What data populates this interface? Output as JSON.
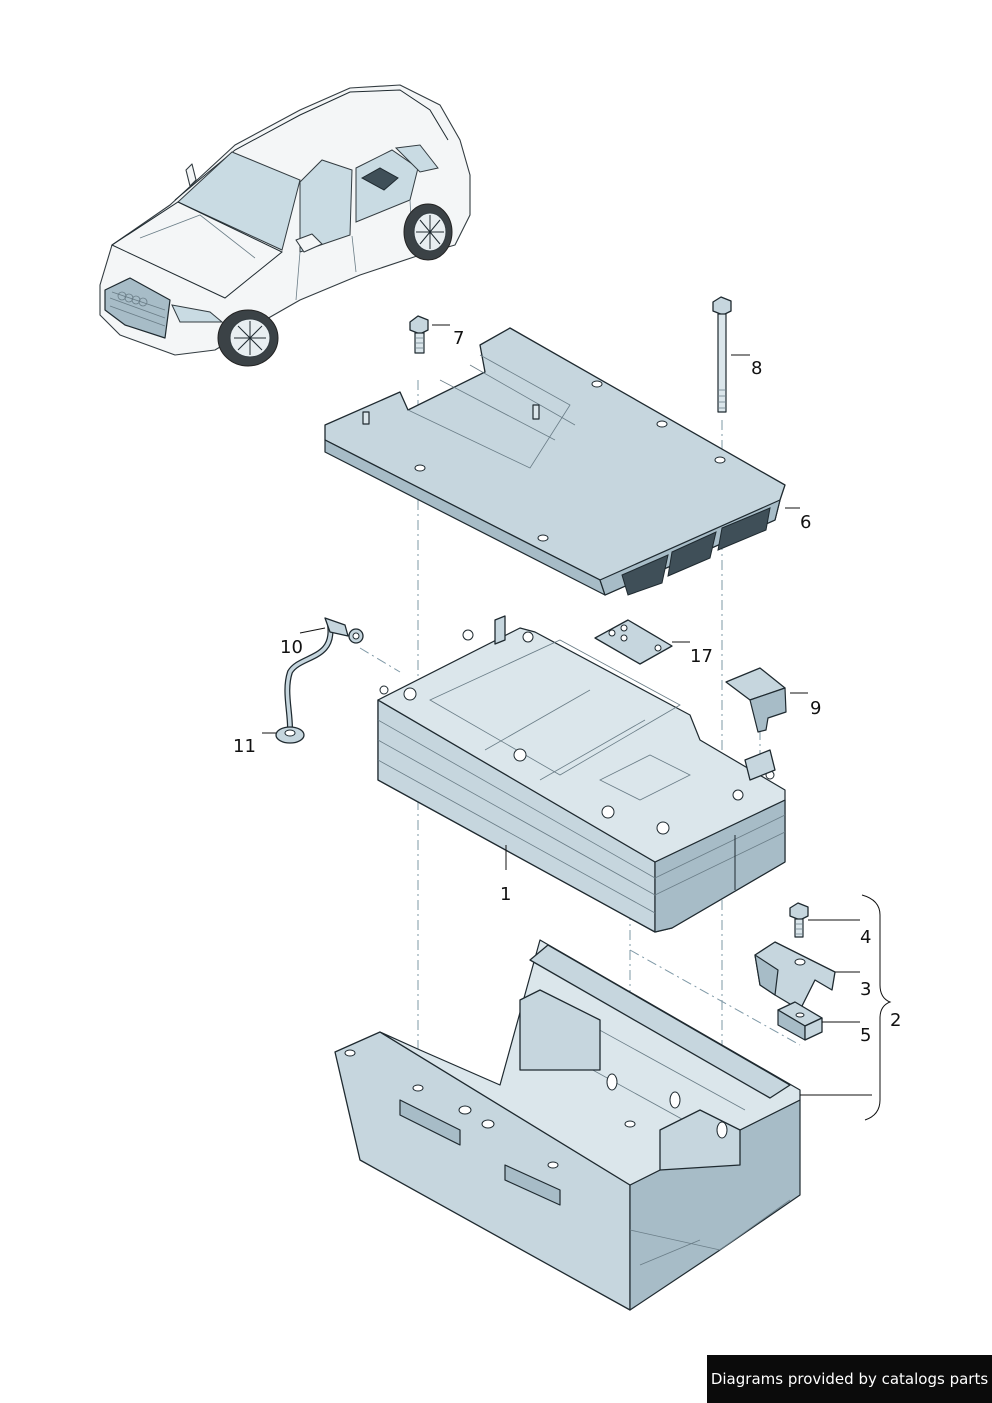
{
  "callouts": [
    {
      "id": "1",
      "label": "1"
    },
    {
      "id": "2",
      "label": "2"
    },
    {
      "id": "3",
      "label": "3"
    },
    {
      "id": "4",
      "label": "4"
    },
    {
      "id": "5",
      "label": "5"
    },
    {
      "id": "6",
      "label": "6"
    },
    {
      "id": "7",
      "label": "7"
    },
    {
      "id": "8",
      "label": "8"
    },
    {
      "id": "9",
      "label": "9"
    },
    {
      "id": "10",
      "label": "10"
    },
    {
      "id": "11",
      "label": "11"
    },
    {
      "id": "17",
      "label": "17"
    }
  ],
  "credit": "Diagrams provided by catalogs parts",
  "colors": {
    "part_fill": "#c6d6de",
    "outline": "#1f2a30",
    "dash": "#7e98a6",
    "banner_bg": "#0b0b0b",
    "banner_text": "#ffffff"
  }
}
